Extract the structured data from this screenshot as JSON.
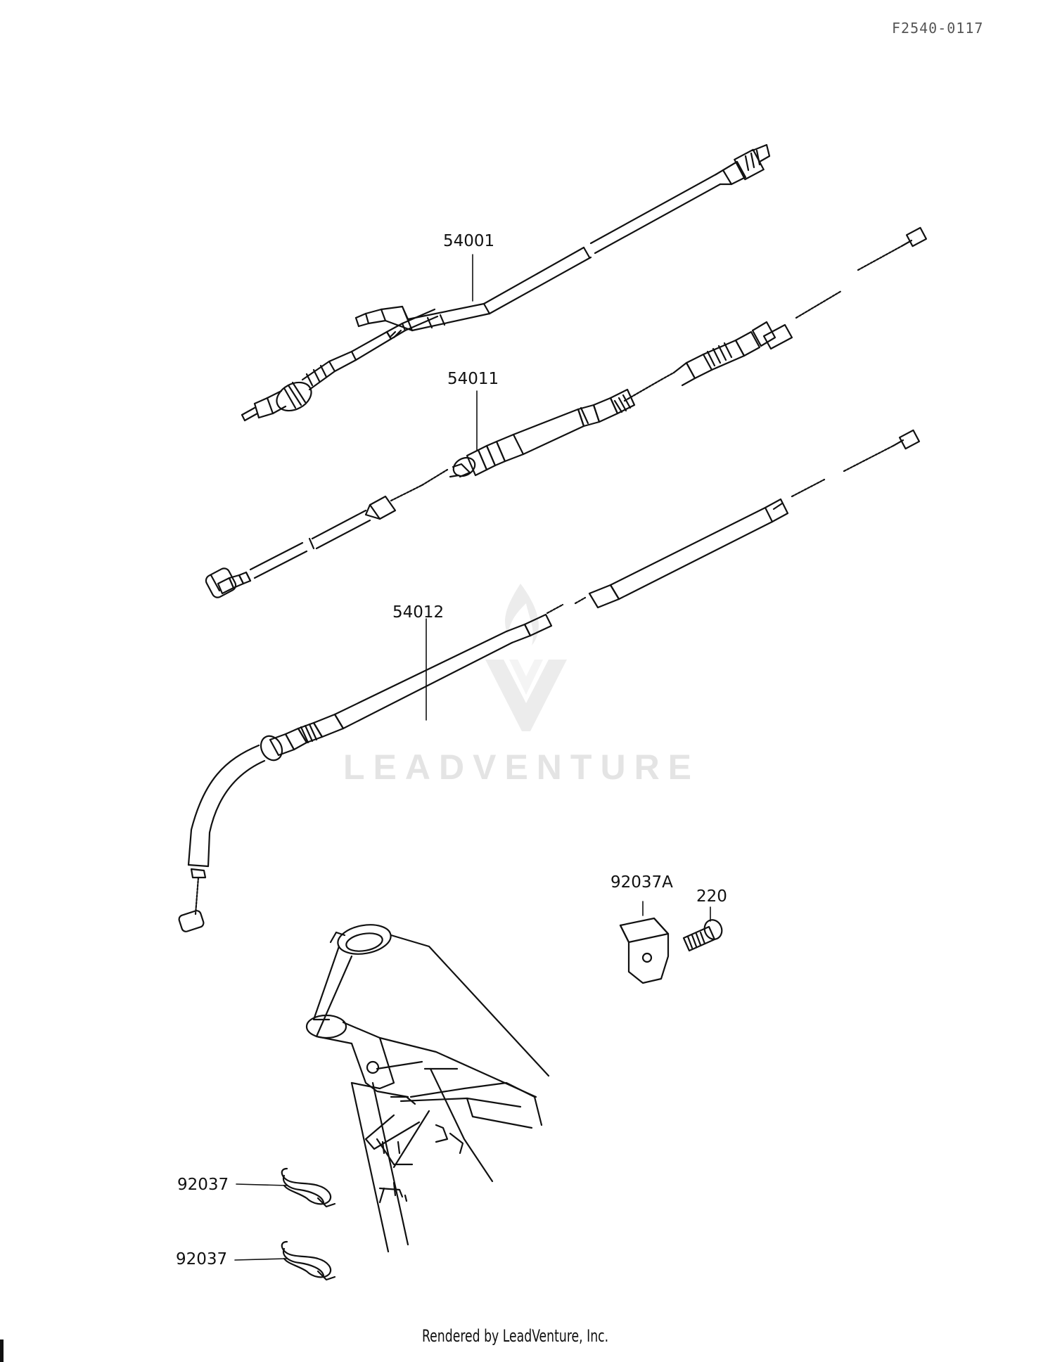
{
  "doc_code": "F2540-0117",
  "watermark": {
    "brand": "LEADVENTURE"
  },
  "parts": [
    {
      "id": "speedometer-cable",
      "number": "54001"
    },
    {
      "id": "clutch-cable",
      "number": "54011"
    },
    {
      "id": "throttle-cable",
      "number": "54012"
    },
    {
      "id": "bracket",
      "number": "92037A"
    },
    {
      "id": "bolt",
      "number": "220"
    },
    {
      "id": "clamp-upper",
      "number": "92037"
    },
    {
      "id": "clamp-lower",
      "number": "92037"
    }
  ],
  "footer": {
    "text": "Rendered by LeadVenture, Inc."
  }
}
